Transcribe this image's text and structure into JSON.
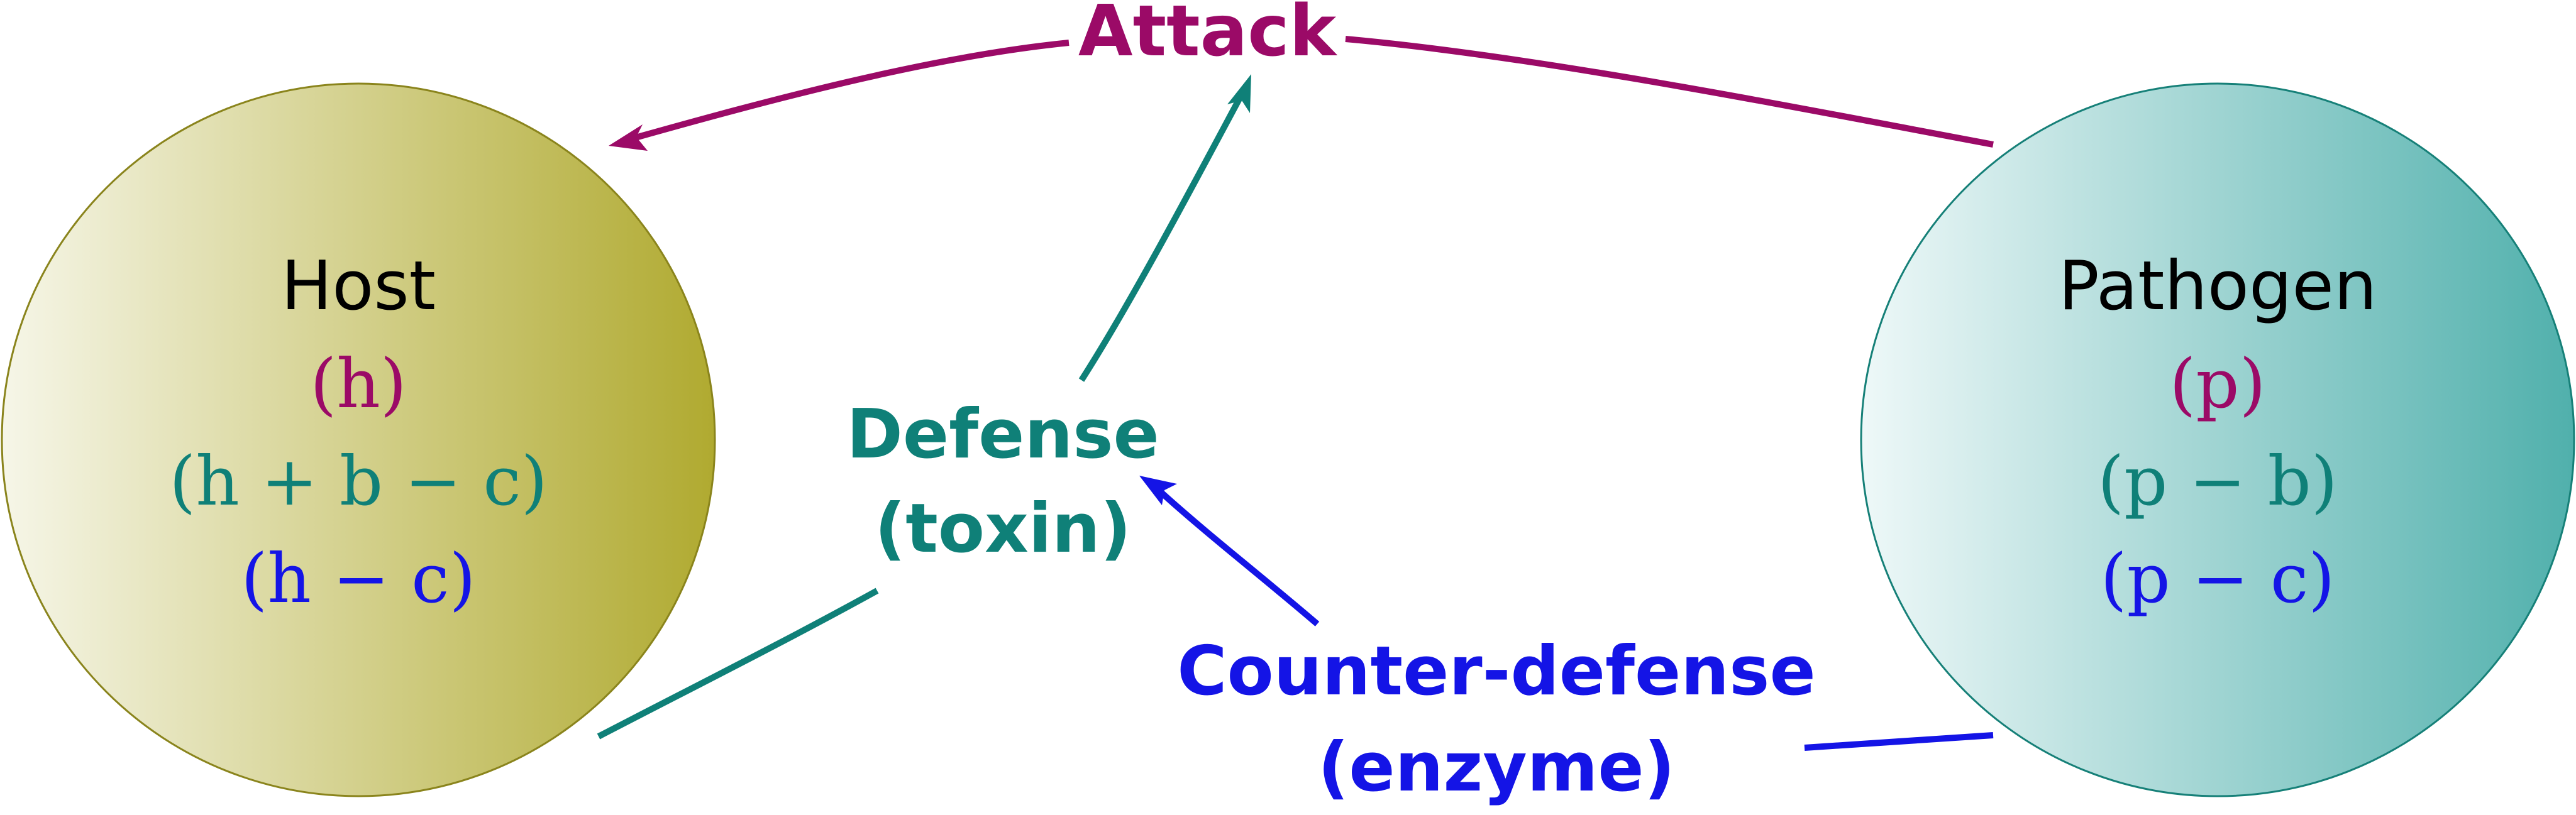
{
  "colors": {
    "attack": "#9b0a67",
    "defense": "#0f8078",
    "counter": "#1414e6",
    "host_fill_light": "#f6f6e8",
    "host_fill_dark": "#b0aa30",
    "host_stroke": "#8a841c",
    "pathogen_fill_light": "#eef8f8",
    "pathogen_fill_dark": "#50b0ac",
    "pathogen_stroke": "#168078",
    "text": "#000000"
  },
  "host": {
    "title": "Host",
    "payoffs": [
      {
        "text": "(h)",
        "role": "attack"
      },
      {
        "text": "(h + b − c)",
        "role": "defense"
      },
      {
        "text": "(h − c)",
        "role": "counter"
      }
    ]
  },
  "pathogen": {
    "title": "Pathogen",
    "payoffs": [
      {
        "text": "(p)",
        "role": "attack"
      },
      {
        "text": "(p − b)",
        "role": "defense"
      },
      {
        "text": "(p − c)",
        "role": "counter"
      }
    ]
  },
  "edges": {
    "attack": {
      "label": "Attack"
    },
    "defense": {
      "line1": "Defense",
      "line2": "(toxin)"
    },
    "counter": {
      "line1": "Counter-defense",
      "line2": "(enzyme)"
    }
  }
}
